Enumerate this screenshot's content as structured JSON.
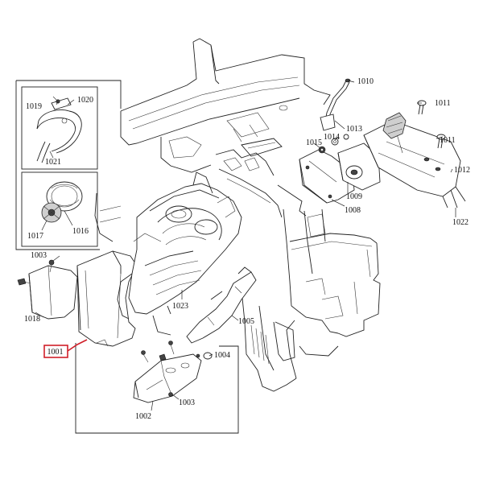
{
  "diagram": {
    "highlight_color": "#d0202a",
    "highlighted_part": "1001",
    "labels": {
      "p1001": "1001",
      "p1002": "1002",
      "p1003a": "1003",
      "p1003b": "1003",
      "p1004": "1004",
      "p1005": "1005",
      "p1008": "1008",
      "p1009": "1009",
      "p1010": "1010",
      "p1011a": "1011",
      "p1011b": "1011",
      "p1012": "1012",
      "p1013": "1013",
      "p1014": "1014",
      "p1015": "1015",
      "p1016": "1016",
      "p1017": "1017",
      "p1018": "1018",
      "p1019": "1019",
      "p1020": "1020",
      "p1021": "1021",
      "p1022": "1022",
      "p1023": "1023"
    }
  }
}
